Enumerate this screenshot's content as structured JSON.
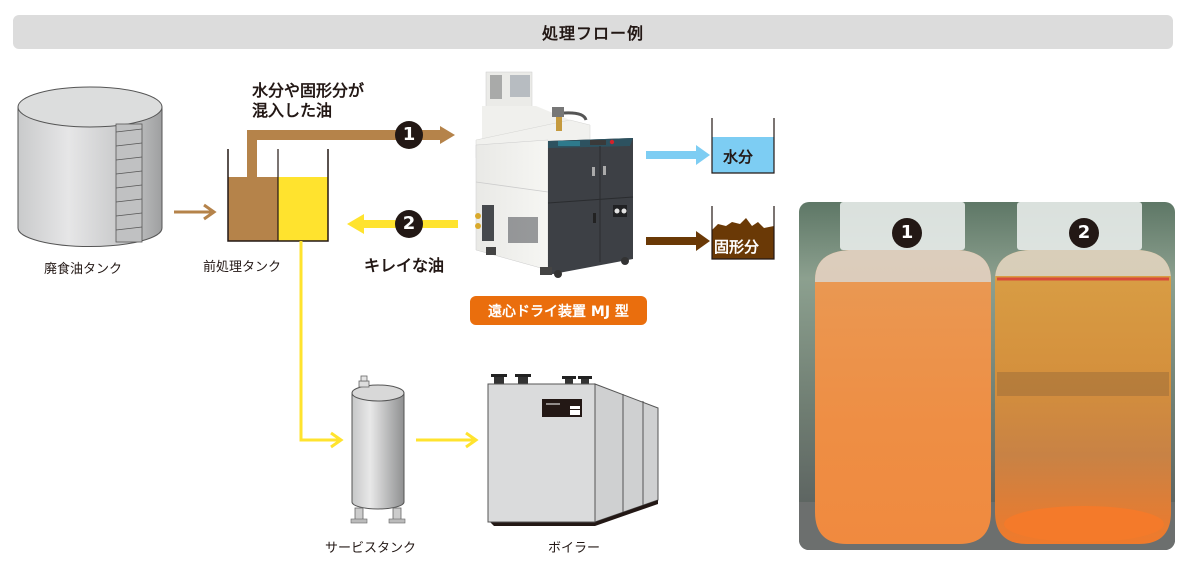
{
  "header": {
    "title": "処理フロー例"
  },
  "nodes": {
    "waste_tank": {
      "label": "廃食油タンク",
      "icon": "storage-tank-icon"
    },
    "pretreatment_tank": {
      "label": "前処理タンク",
      "icon": "split-tank-icon"
    },
    "machine": {
      "label": "遠心ドライ装置 MJ 型",
      "icon": "centrifuge-machine-image"
    },
    "water_bin": {
      "label": "水分",
      "icon": "water-bin-icon",
      "color": "#7dcdf3"
    },
    "solids_bin": {
      "label": "固形分",
      "icon": "solids-bin-icon",
      "color": "#6a3906"
    },
    "service_tank": {
      "label": "サービスタンク",
      "icon": "service-tank-icon"
    },
    "boiler": {
      "label": "ボイラー",
      "icon": "boiler-icon"
    }
  },
  "flows": {
    "dirty_oil": {
      "step": "1",
      "label": "水分や固形分が\n混入した油",
      "color": "#b5834a"
    },
    "clean_oil": {
      "step": "2",
      "label": "キレイな油",
      "color": "#ffe32e"
    }
  },
  "photo": {
    "description": "Comparison of oil samples before and after treatment",
    "markers": [
      "1",
      "2"
    ]
  },
  "colors": {
    "brown_oil": "#b5834a",
    "yellow_oil": "#ffe32e",
    "water": "#7dcdf3",
    "solids": "#6a3906",
    "badge": "#ea6e0d",
    "title_bar": "#dcdcdc"
  }
}
